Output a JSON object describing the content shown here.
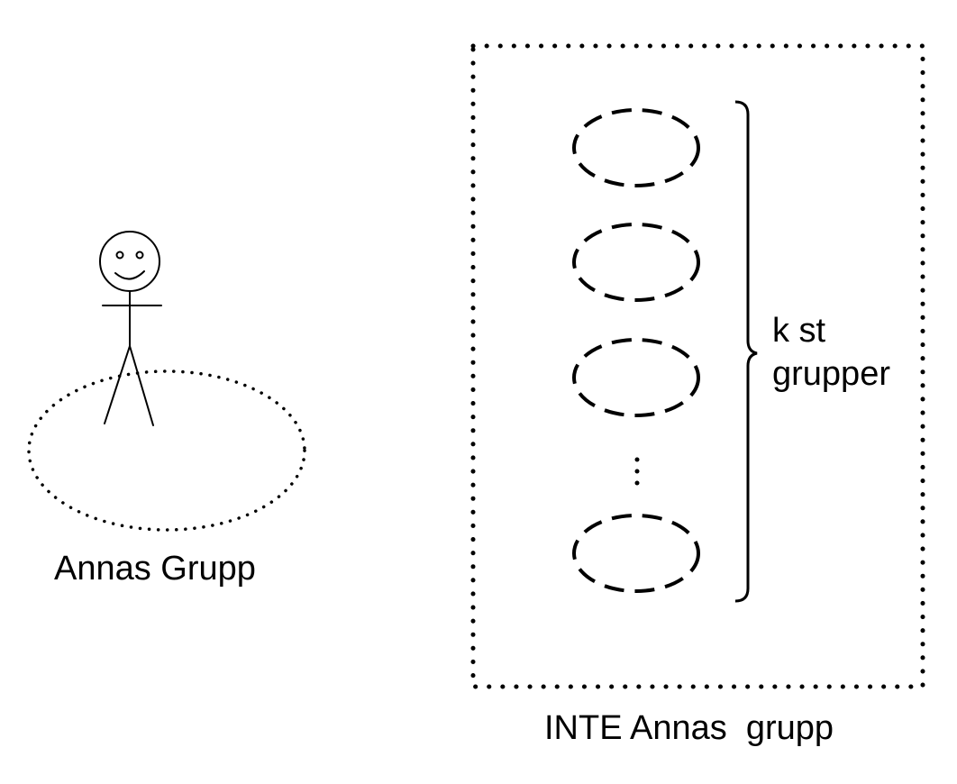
{
  "labels": {
    "annas_group": "Annas Grupp",
    "k_groups_line1": "k st",
    "k_groups_line2": "grupper",
    "not_annas_group": "INTE Annas  grupp",
    "ellipsis": "⋮"
  },
  "colors": {
    "stroke": "#000000",
    "background": "#ffffff"
  },
  "icons": {
    "person": "stick-figure-icon"
  }
}
